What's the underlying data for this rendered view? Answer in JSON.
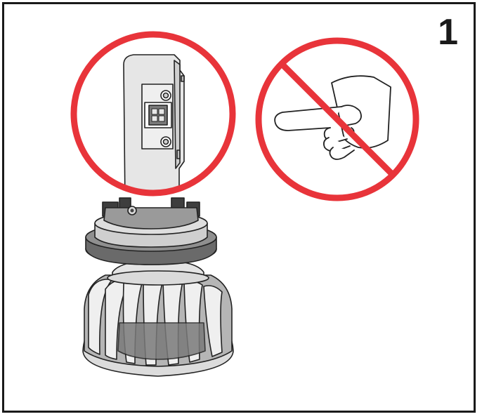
{
  "step_number": "1",
  "colors": {
    "border": "#1a1a1a",
    "prohibition_red": "#e8343a",
    "metal_light": "#e6e6e6",
    "metal_mid": "#b8b8b8",
    "metal_dark": "#6e6e6e",
    "ring_dark": "#5a5a5a",
    "outline": "#222222"
  },
  "icons": {
    "magnify_led_chip": "magnified-led-chip-circle",
    "no_touch": "no-touch-prohibition-icon",
    "bulb": "led-headlight-bulb"
  }
}
